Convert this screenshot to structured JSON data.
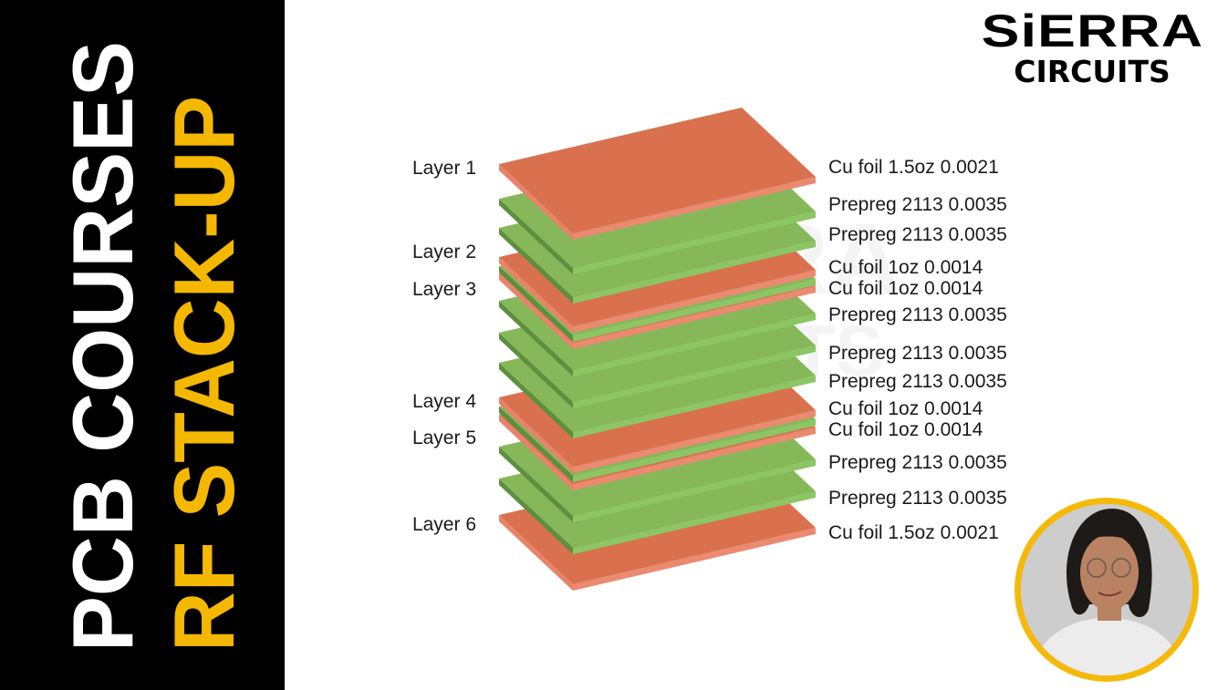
{
  "sidebar": {
    "line1": "PCB COURSES",
    "line2": "RF STACK-UP",
    "line1_color": "#ffffff",
    "line2_color": "#f5b800",
    "background": "#000000"
  },
  "logo": {
    "line1": "SiERRA",
    "line2": "CIRCUITS"
  },
  "watermark": {
    "line1": "SIERRA",
    "line2": "CIRCUITS"
  },
  "colors": {
    "copper": "#d9714f",
    "copper_edge": "#e8836a",
    "prepreg": "#86b85a",
    "prepreg_edge": "#6ea24a",
    "accent": "#f4b90a"
  },
  "stack": {
    "layer_labels": [
      "Layer 1",
      "Layer 2",
      "Layer 3",
      "Layer 4",
      "Layer 5",
      "Layer 6"
    ],
    "materials": [
      {
        "type": "copper",
        "label": "Cu foil 1.5oz 0.0021"
      },
      {
        "type": "prepreg",
        "label": "Prepreg 2113 0.0035"
      },
      {
        "type": "prepreg",
        "label": "Prepreg 2113 0.0035"
      },
      {
        "type": "copper",
        "label": "Cu foil 1oz 0.0014"
      },
      {
        "type": "core"
      },
      {
        "type": "copper",
        "label": "Cu foil 1oz 0.0014"
      },
      {
        "type": "prepreg",
        "label": "Prepreg 2113 0.0035"
      },
      {
        "type": "prepreg",
        "label": "Prepreg 2113 0.0035"
      },
      {
        "type": "prepreg",
        "label": "Prepreg 2113 0.0035"
      },
      {
        "type": "copper",
        "label": "Cu foil 1oz 0.0014"
      },
      {
        "type": "core"
      },
      {
        "type": "copper",
        "label": "Cu foil 1oz 0.0014"
      },
      {
        "type": "prepreg",
        "label": "Prepreg 2113 0.0035"
      },
      {
        "type": "prepreg",
        "label": "Prepreg 2113 0.0035"
      },
      {
        "type": "copper",
        "label": "Cu foil 1.5oz 0.0021"
      }
    ]
  },
  "presenter": {
    "icon": "presenter-photo"
  }
}
